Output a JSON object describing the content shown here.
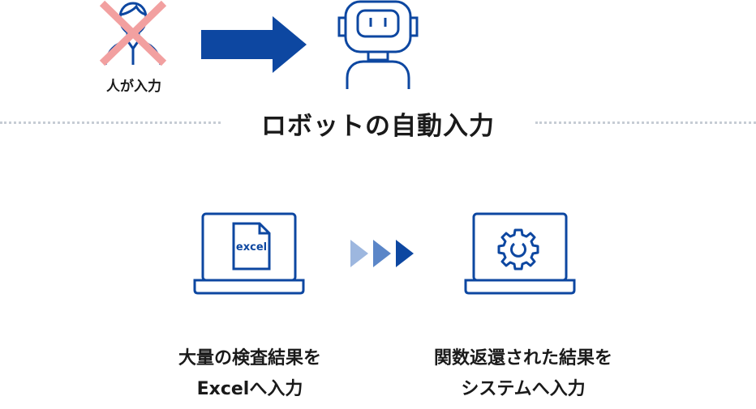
{
  "top": {
    "human_label": "人が入力",
    "title": "ロボットの自動入力"
  },
  "bottom": {
    "file_label": "excel",
    "left_caption_line1": "大量の検査結果を",
    "left_caption_line2": "Excelへ入力",
    "right_caption_line1": "関数返還された結果を",
    "right_caption_line2": "システムへ入力"
  },
  "colors": {
    "primary": "#0d47a1",
    "cross": "#f2a0a0",
    "arrow_light": "#9db7df",
    "arrow_mid": "#5b86c8",
    "arrow_dark": "#0d47a1"
  }
}
